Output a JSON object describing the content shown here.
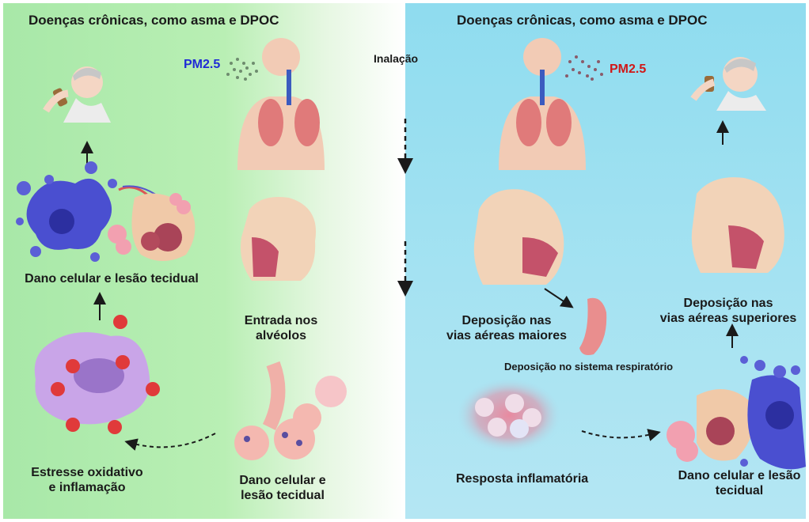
{
  "left": {
    "title": "Doenças crônicas, como asma e DPOC",
    "pm_label": "PM2.5",
    "damage_top": "Dano celular e lesão tecidual",
    "alveoli_entry_1": "Entrada nos",
    "alveoli_entry_2": "alvéolos",
    "oxidative_1": "Estresse oxidativo",
    "oxidative_2": "e inflamação",
    "damage_bottom_1": "Dano celular e",
    "damage_bottom_2": "lesão tecidual"
  },
  "center": {
    "inhalation": "Inalação"
  },
  "right": {
    "title": "Doenças crônicas, como asma e DPOC",
    "pm_label": "PM2.5",
    "upper_airways_1": "Deposição nas",
    "upper_airways_2": "vias aéreas superiores",
    "major_airways_1": "Deposição nas",
    "major_airways_2": "vias aéreas maiores",
    "respiratory_system": "Deposição no sistema respiratório",
    "inflammatory": "Resposta inflamatória",
    "damage_1": "Dano celular e lesão",
    "damage_2": "tecidual"
  },
  "colors": {
    "left_bg": "#b4ecb0",
    "right_bg": "#a3e1f1",
    "pm_left": "#1f2bd6",
    "pm_right": "#d01818",
    "skin": "#f2cbb5",
    "lung": "#e07a7a",
    "cell_blue": "#4a4fd0",
    "cell_purple": "#c9a5e8"
  }
}
